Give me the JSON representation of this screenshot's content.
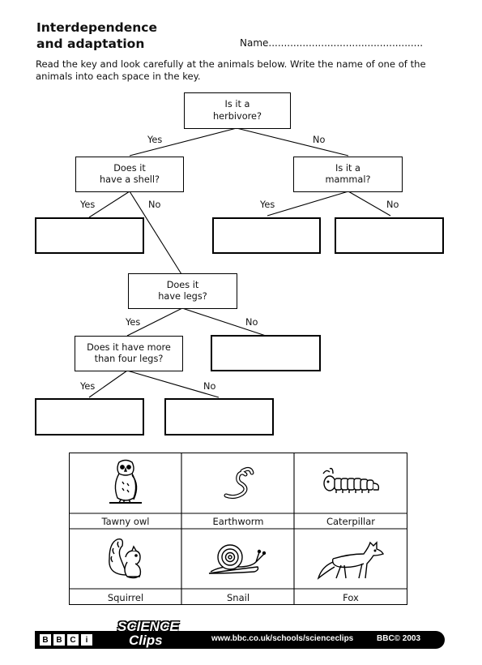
{
  "header": {
    "title_line1": "Interdependence",
    "title_line2": "and adaptation",
    "name_field": "Name.................................................."
  },
  "instructions": "Read the key and look carefully at the animals below. Write the name of one of the animals into each space in the key.",
  "key": {
    "q_herbivore": "Is it a\nherbivore?",
    "q_shell": "Does it\nhave a shell?",
    "q_mammal": "Is it a\nmammal?",
    "q_legs": "Does it\nhave legs?",
    "q_more_legs": "Does it have more\nthan four legs?",
    "yes": "Yes",
    "no": "No"
  },
  "animals": [
    {
      "name": "Tawny owl",
      "icon": "owl-icon"
    },
    {
      "name": "Earthworm",
      "icon": "earthworm-icon"
    },
    {
      "name": "Caterpillar",
      "icon": "caterpillar-icon"
    },
    {
      "name": "Squirrel",
      "icon": "squirrel-icon"
    },
    {
      "name": "Snail",
      "icon": "snail-icon"
    },
    {
      "name": "Fox",
      "icon": "fox-icon"
    }
  ],
  "footer": {
    "bbc_letters": [
      "B",
      "B",
      "C",
      "i"
    ],
    "brand_line1": "SCIENCE",
    "brand_line2": "Clips",
    "url": "www.bbc.co.uk/schools/scienceclips",
    "copyright": "BBC© 2003"
  }
}
